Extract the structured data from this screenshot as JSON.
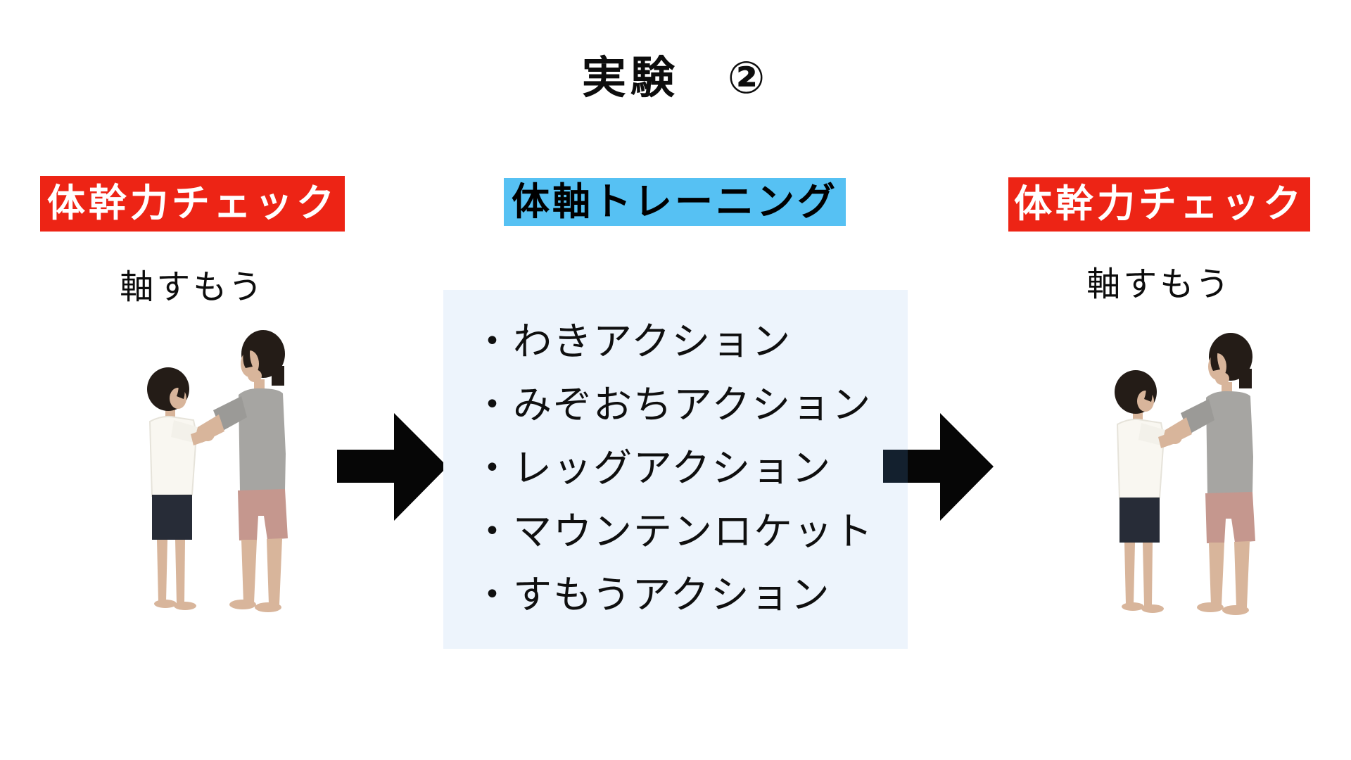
{
  "title": "実験　②",
  "flow": {
    "step1": {
      "label": "体幹力チェック",
      "sublabel": "軸すもう"
    },
    "step2": {
      "label": "体軸トレーニング",
      "items": [
        "・わきアクション",
        "・みぞおちアクション",
        "・レッグアクション",
        "・マウンテンロケット",
        "・すもうアクション"
      ]
    },
    "step3": {
      "label": "体幹力チェック",
      "sublabel": "軸すもう"
    }
  },
  "icons": {
    "arrow": "black-right-arrow",
    "photo": "child-and-adult-axis-sumo-photo"
  },
  "colors": {
    "check_label_bg": "#ED2415",
    "check_label_text": "#FFFFFF",
    "training_label_bg": "#56C1F3",
    "training_label_text": "#000000",
    "training_box_bg": "#EDF4FC",
    "arrow": "#000000",
    "page_bg": "#FFFFFF"
  }
}
